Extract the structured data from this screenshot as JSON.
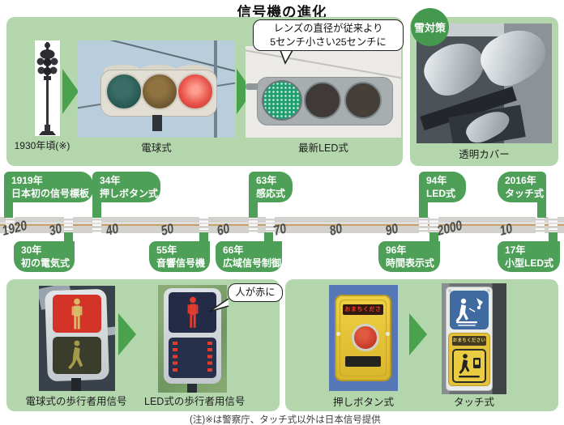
{
  "title": "信号機の進化",
  "top": {
    "old": {
      "caption": "1930年頃(※)"
    },
    "bulb": {
      "caption": "電球式"
    },
    "led": {
      "caption": "最新LED式",
      "callout_line1": "レンズの直径が従来より",
      "callout_line2": "5センチ小さい25センチに"
    },
    "snow": {
      "badge": "雪対策",
      "caption": "透明カバー"
    }
  },
  "timeline": {
    "ticks": [
      "1920",
      "30",
      "40",
      "50",
      "60",
      "70",
      "80",
      "90",
      "2000",
      "10"
    ],
    "events_above": [
      {
        "year": "1919年",
        "label": "日本初の信号標板"
      },
      {
        "year": "34年",
        "label": "押しボタン式"
      },
      {
        "year": "63年",
        "label": "感応式"
      },
      {
        "year": "94年",
        "label": "LED式"
      },
      {
        "year": "2016年",
        "label": "タッチ式"
      }
    ],
    "events_below": [
      {
        "year": "30年",
        "label": "初の電気式"
      },
      {
        "year": "55年",
        "label": "音響信号機"
      },
      {
        "year": "66年",
        "label": "広域信号制御"
      },
      {
        "year": "96年",
        "label": "時間表示式"
      },
      {
        "year": "17年",
        "label": "小型LED式"
      }
    ]
  },
  "bottom": {
    "ped_bulb": {
      "caption": "電球式の歩行者用信号"
    },
    "ped_led": {
      "caption": "LED式の歩行者用信号",
      "callout": "人が赤に"
    },
    "push_button": {
      "caption": "押しボタン式",
      "display": "おまちください"
    },
    "touch": {
      "caption": "タッチ式",
      "display": "おまちください"
    }
  },
  "note": "(注)※は警察庁、タッチ式以外は日本信号提供",
  "colors": {
    "panel_green": "#b4d6ad",
    "accent_green": "#4e9f58",
    "road_gray": "#d3d1ce",
    "road_center_line": "#c9a26c",
    "red_signal": "#d43327",
    "led_green": "#1f9e71"
  }
}
